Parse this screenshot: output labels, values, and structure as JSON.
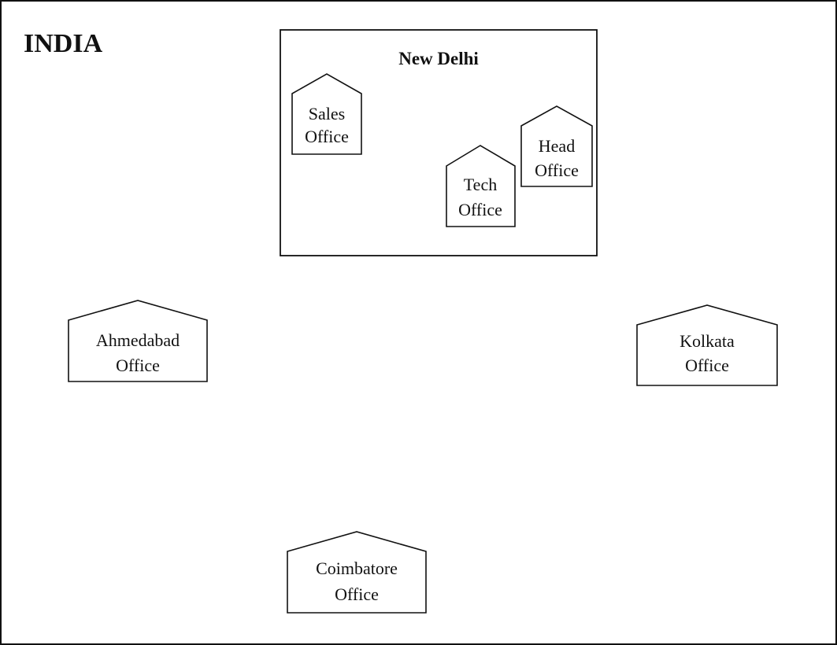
{
  "country_label": "INDIA",
  "region": {
    "title": "New Delhi",
    "offices": [
      {
        "line1": "Sales",
        "line2": "Office"
      },
      {
        "line1": "Tech",
        "line2": "Office"
      },
      {
        "line1": "Head",
        "line2": "Office"
      }
    ]
  },
  "remote_offices": [
    {
      "line1": "Ahmedabad",
      "line2": "Office"
    },
    {
      "line1": "Kolkata",
      "line2": "Office"
    },
    {
      "line1": "Coimbatore",
      "line2": "Office"
    }
  ]
}
